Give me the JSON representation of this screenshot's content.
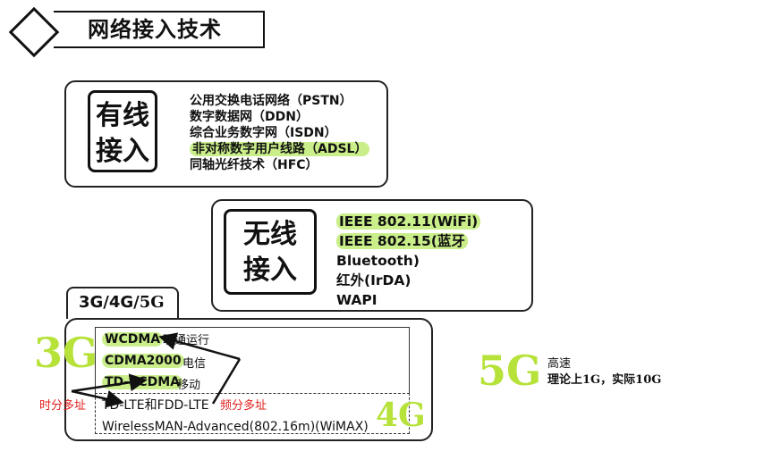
{
  "header": {
    "title": "网络接入技术"
  },
  "wired": {
    "label_line1": "有线",
    "label_line2": "接入",
    "items": [
      "公用交换电话网络（PSTN）",
      "数字数据网（DDN）",
      "综合业务数字网（ISDN）",
      "非对称数字用户线路（ADSL）",
      "同轴光纤技术（HFC）"
    ]
  },
  "wireless": {
    "label_line1": "无线",
    "label_line2": "接入",
    "items": [
      "IEEE 802.11(WiFi)",
      "IEEE 802.15(蓝牙",
      "Bluetooth)",
      "红外(IrDA)",
      "WAPI"
    ]
  },
  "mobile": {
    "tab_prefix": "3G/4G/",
    "tab_suffix": "5G",
    "items_3g": [
      "WCDMA",
      "CDMA2000",
      "TD-SCDMA"
    ],
    "items_4g": [
      "TD-LTE和FDD-LTE",
      "WirelessMAN-Advanced(802.16m)(WiMAX)"
    ],
    "tag_3g": "3G",
    "tag_4g": "4G",
    "note_wcdma": "联通运行",
    "note_cdma": "电信",
    "note_tdscdma": "移动",
    "note_tdm": "时分多址",
    "note_fdm": "频分多址"
  },
  "five_g": {
    "tag": "5G",
    "line1": "高速",
    "line2": "理论上1G，实际10G"
  },
  "colors": {
    "highlight": "#c9ee8a",
    "tag_green": "#b6e23a",
    "note_red": "#e0201e"
  }
}
